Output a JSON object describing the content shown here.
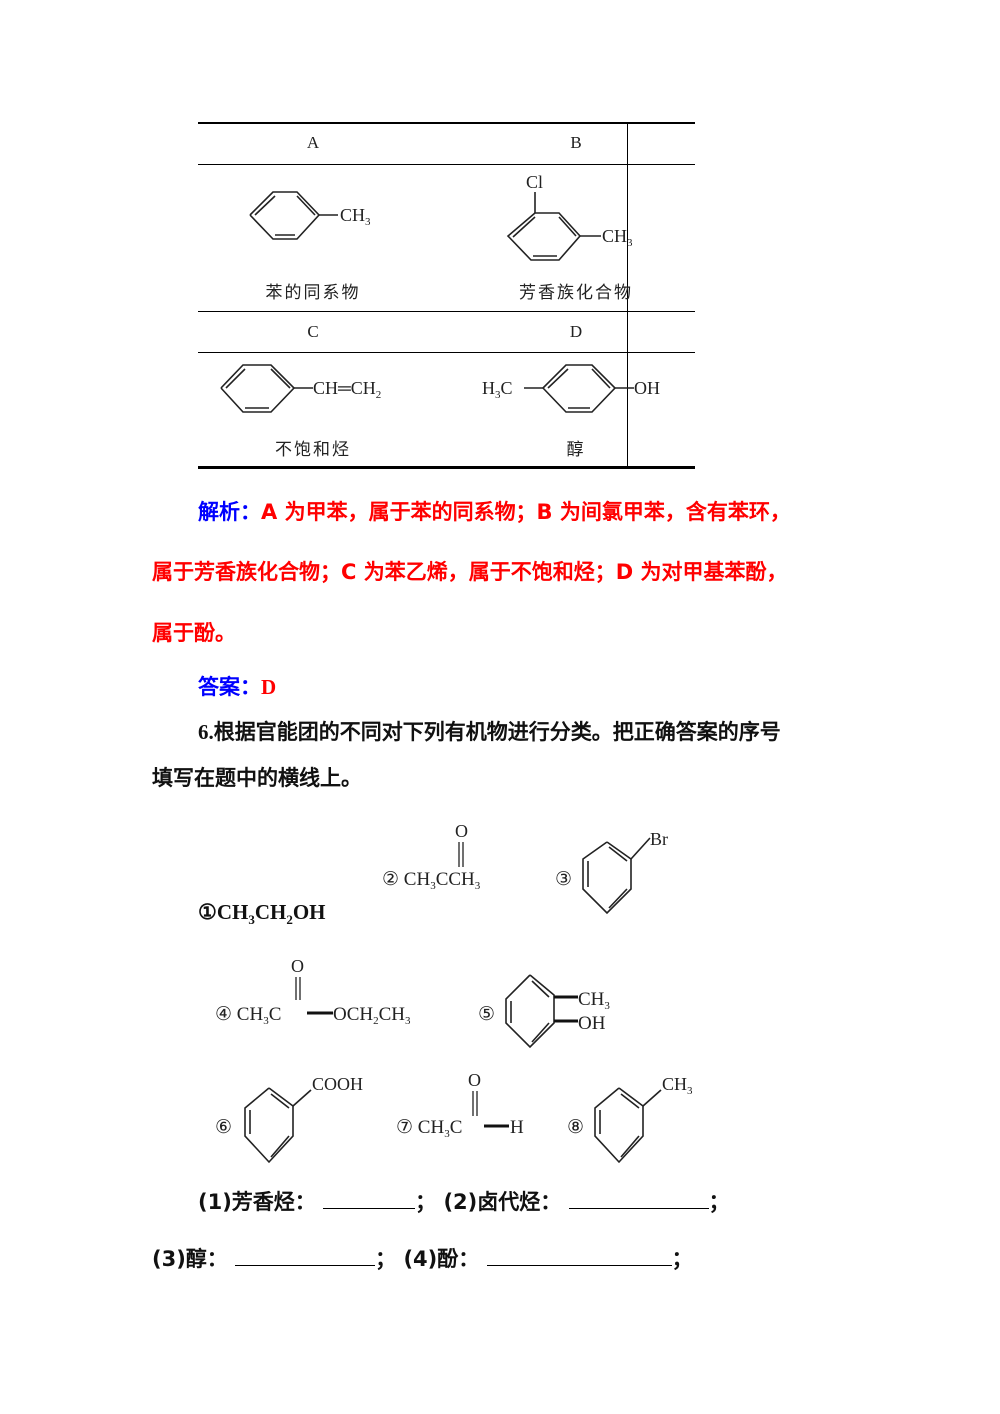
{
  "table": {
    "cells": [
      {
        "label": "A",
        "caption": "苯的同系物",
        "substituents": [
          "CH3"
        ]
      },
      {
        "label": "B",
        "caption": "芳香族化合物",
        "substituents": [
          "Cl",
          "CH3"
        ]
      },
      {
        "label": "C",
        "caption": "不饱和烃",
        "substituents": [
          "CH=CH2"
        ]
      },
      {
        "label": "D",
        "caption": "醇",
        "substituents": [
          "H3C",
          "OH"
        ]
      }
    ]
  },
  "analysis": {
    "label": "解析：",
    "line1": "A 为甲苯，属于苯的同系物；B 为间氯甲苯，含有苯环，",
    "line2": "属于芳香族化合物；C 为苯乙烯，属于不饱和烃；D 为对甲基苯酚，",
    "line3": "属于酚。"
  },
  "answer": {
    "label": "答案：",
    "value": "D"
  },
  "question6": {
    "number": "6.",
    "line1": "根据官能团的不同对下列有机物进行分类。把正确答案的序号",
    "line2": "填写在题中的横线上。"
  },
  "compounds": [
    {
      "num": "①",
      "formula": "CH3CH2OH"
    },
    {
      "num": "②",
      "formula": "CH3CCH3",
      "top": "O"
    },
    {
      "num": "③",
      "substituent": "Br"
    },
    {
      "num": "④",
      "formula": "CH3C—OCH2CH3",
      "top": "O"
    },
    {
      "num": "⑤",
      "substituents": [
        "CH3",
        "OH"
      ]
    },
    {
      "num": "⑥",
      "substituent": "COOH"
    },
    {
      "num": "⑦",
      "formula": "CH3C—H",
      "top": "O"
    },
    {
      "num": "⑧",
      "substituent": "CH3"
    }
  ],
  "blanks": [
    {
      "label": "(1)芳香烃：",
      "end": "；"
    },
    {
      "label": "(2)卤代烃：",
      "end": "；"
    },
    {
      "label": "(3)醇：",
      "end": "；"
    },
    {
      "label": "(4)酚：",
      "end": "；"
    }
  ]
}
